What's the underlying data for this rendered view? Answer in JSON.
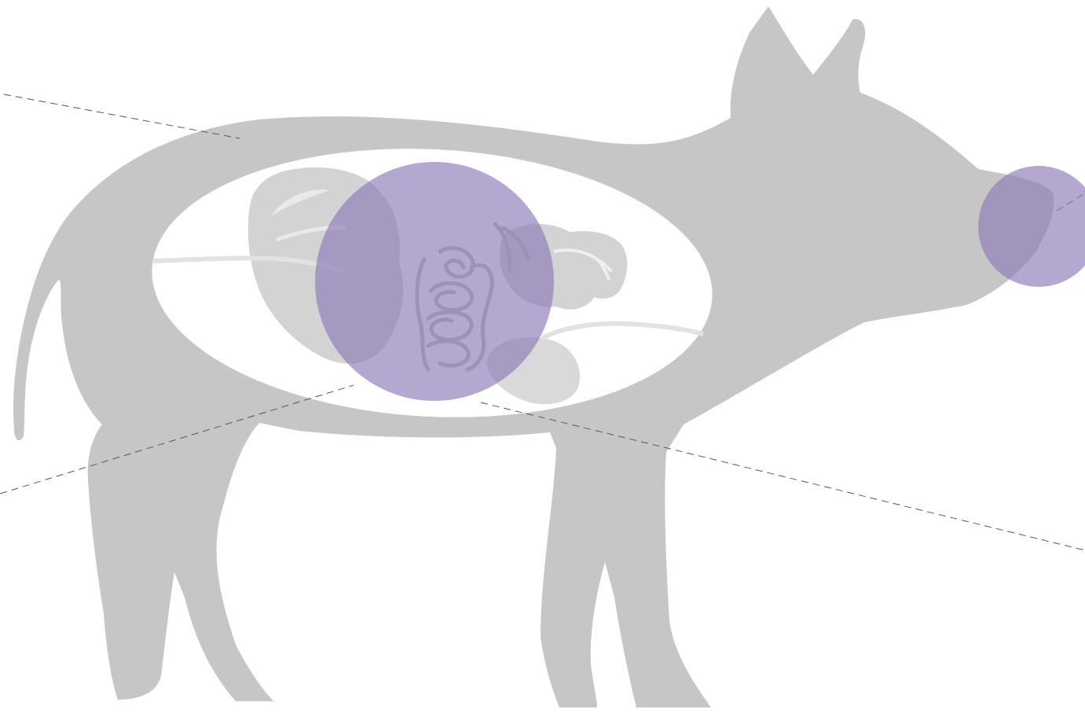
{
  "diagram": {
    "subject": "pig-anatomy",
    "colors": {
      "background": "#ffffff",
      "body": "#c6c6c6",
      "body_cavity": "#ffffff",
      "organs": "#d3d3d3",
      "organ_highlight": "#e9e9e9",
      "intestine_line": "#bdbdbd",
      "vessel_line": "#e6e6e6",
      "highlight_fill": "#8e7bb8",
      "highlight_opacity": 0.66,
      "leader_line": "#555555"
    },
    "highlights": [
      {
        "id": "gastrointestinal-tract",
        "shape": "circle"
      },
      {
        "id": "snout",
        "shape": "circle"
      }
    ],
    "leader_lines": {
      "style": "dashed",
      "count": 4
    }
  }
}
